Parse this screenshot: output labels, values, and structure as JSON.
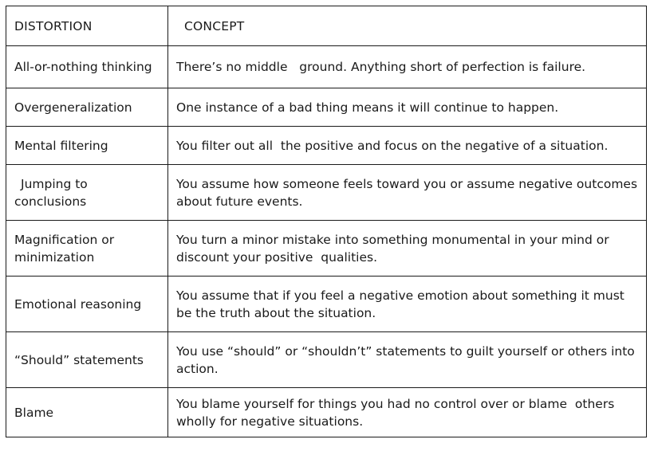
{
  "header": {
    "distortion": "DISTORTION",
    "concept": "CONCEPT"
  },
  "rows": [
    {
      "distortion": "All-or-nothing thinking",
      "concept": "There’s no middle   ground. Anything short of perfection is failure."
    },
    {
      "distortion": "Overgeneralization",
      "concept": "One instance of a bad thing means it will continue to happen."
    },
    {
      "distortion": "Mental filtering",
      "concept": "You filter out all  the positive and focus on the negative of a situation."
    },
    {
      "distortion_line1": "Jumping to",
      "distortion_line2": "conclusions",
      "concept": "You assume how someone feels toward you or assume negative outcomes about future events."
    },
    {
      "distortion": "Magnification or minimization",
      "concept": "You turn a minor mistake into something monumental in your mind or discount your positive  qualities."
    },
    {
      "distortion": "Emotional reasoning",
      "concept": "You assume that if you feel a negative emotion about something it must be the truth about the situation."
    },
    {
      "distortion": "“Should” statements",
      "concept": "You use “should” or “shouldn’t” statements to guilt yourself or others into action."
    },
    {
      "distortion": "Blame",
      "concept": "You blame yourself for things you had no control over or blame  others wholly for negative situations."
    }
  ]
}
